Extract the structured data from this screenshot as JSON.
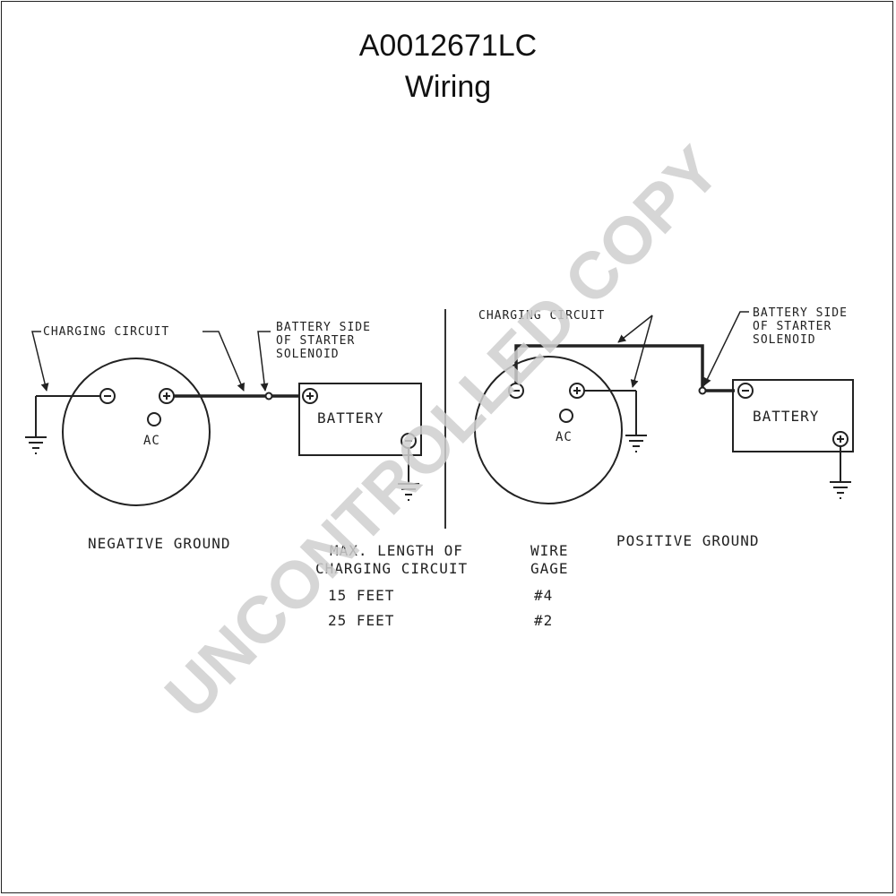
{
  "header": {
    "title": "A0012671LC",
    "subtitle": "Wiring"
  },
  "negative_ground": {
    "charging_circuit_label": "CHARGING CIRCUIT",
    "battery_side_line1": "BATTERY SIDE",
    "battery_side_line2": "OF STARTER",
    "battery_side_line3": "SOLENOID",
    "ac_label": "AC",
    "battery_label": "BATTERY",
    "caption": "NEGATIVE GROUND"
  },
  "positive_ground": {
    "charging_circuit_label": "CHARGING CIRCUIT",
    "battery_side_line1": "BATTERY SIDE",
    "battery_side_line2": "OF STARTER",
    "battery_side_line3": "SOLENOID",
    "ac_label": "AC",
    "battery_label": "BATTERY",
    "caption": "POSITIVE GROUND"
  },
  "table": {
    "col1_header_line1": "MAX. LENGTH OF",
    "col1_header_line2": "CHARGING CIRCUIT",
    "col2_header_line1": "WIRE",
    "col2_header_line2": "GAGE",
    "rows": [
      {
        "length": "15 FEET",
        "gage": "#4"
      },
      {
        "length": "25 FEET",
        "gage": "#2"
      }
    ]
  },
  "watermark": "UNCONTROLLED COPY",
  "colors": {
    "ink": "#222222",
    "watermark": "#cfcfcf"
  }
}
